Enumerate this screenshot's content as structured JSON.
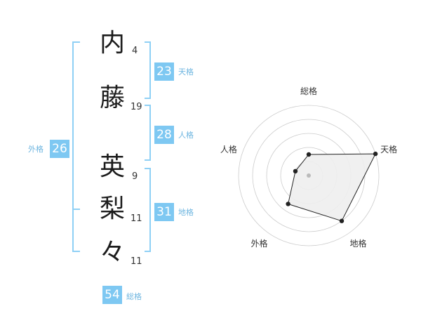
{
  "colors": {
    "accent": "#7ec8f2",
    "label": "#6fb6e0",
    "bracket": "#8fd0f5",
    "radar_fill": "#eeeeee",
    "radar_line": "#222222",
    "grid": "#cccccc"
  },
  "name": {
    "chars": [
      {
        "char": "内",
        "strokes": "4"
      },
      {
        "char": "藤",
        "strokes": "19"
      },
      {
        "char": "英",
        "strokes": "9"
      },
      {
        "char": "梨",
        "strokes": "11"
      },
      {
        "char": "々",
        "strokes": "11"
      }
    ]
  },
  "fortune": {
    "tenkaku": {
      "value": "23",
      "label": "天格"
    },
    "jinkaku": {
      "value": "28",
      "label": "人格"
    },
    "chikaku": {
      "value": "31",
      "label": "地格"
    },
    "gaikaku": {
      "value": "26",
      "label": "外格"
    },
    "soukaku": {
      "value": "54",
      "label": "総格"
    }
  },
  "chart_data": {
    "type": "radar",
    "axes": [
      "総格",
      "天格",
      "地格",
      "外格",
      "人格"
    ],
    "rings": 5,
    "values": [
      1.5,
      5.0,
      4.0,
      2.5,
      1.0
    ],
    "max": 5
  }
}
